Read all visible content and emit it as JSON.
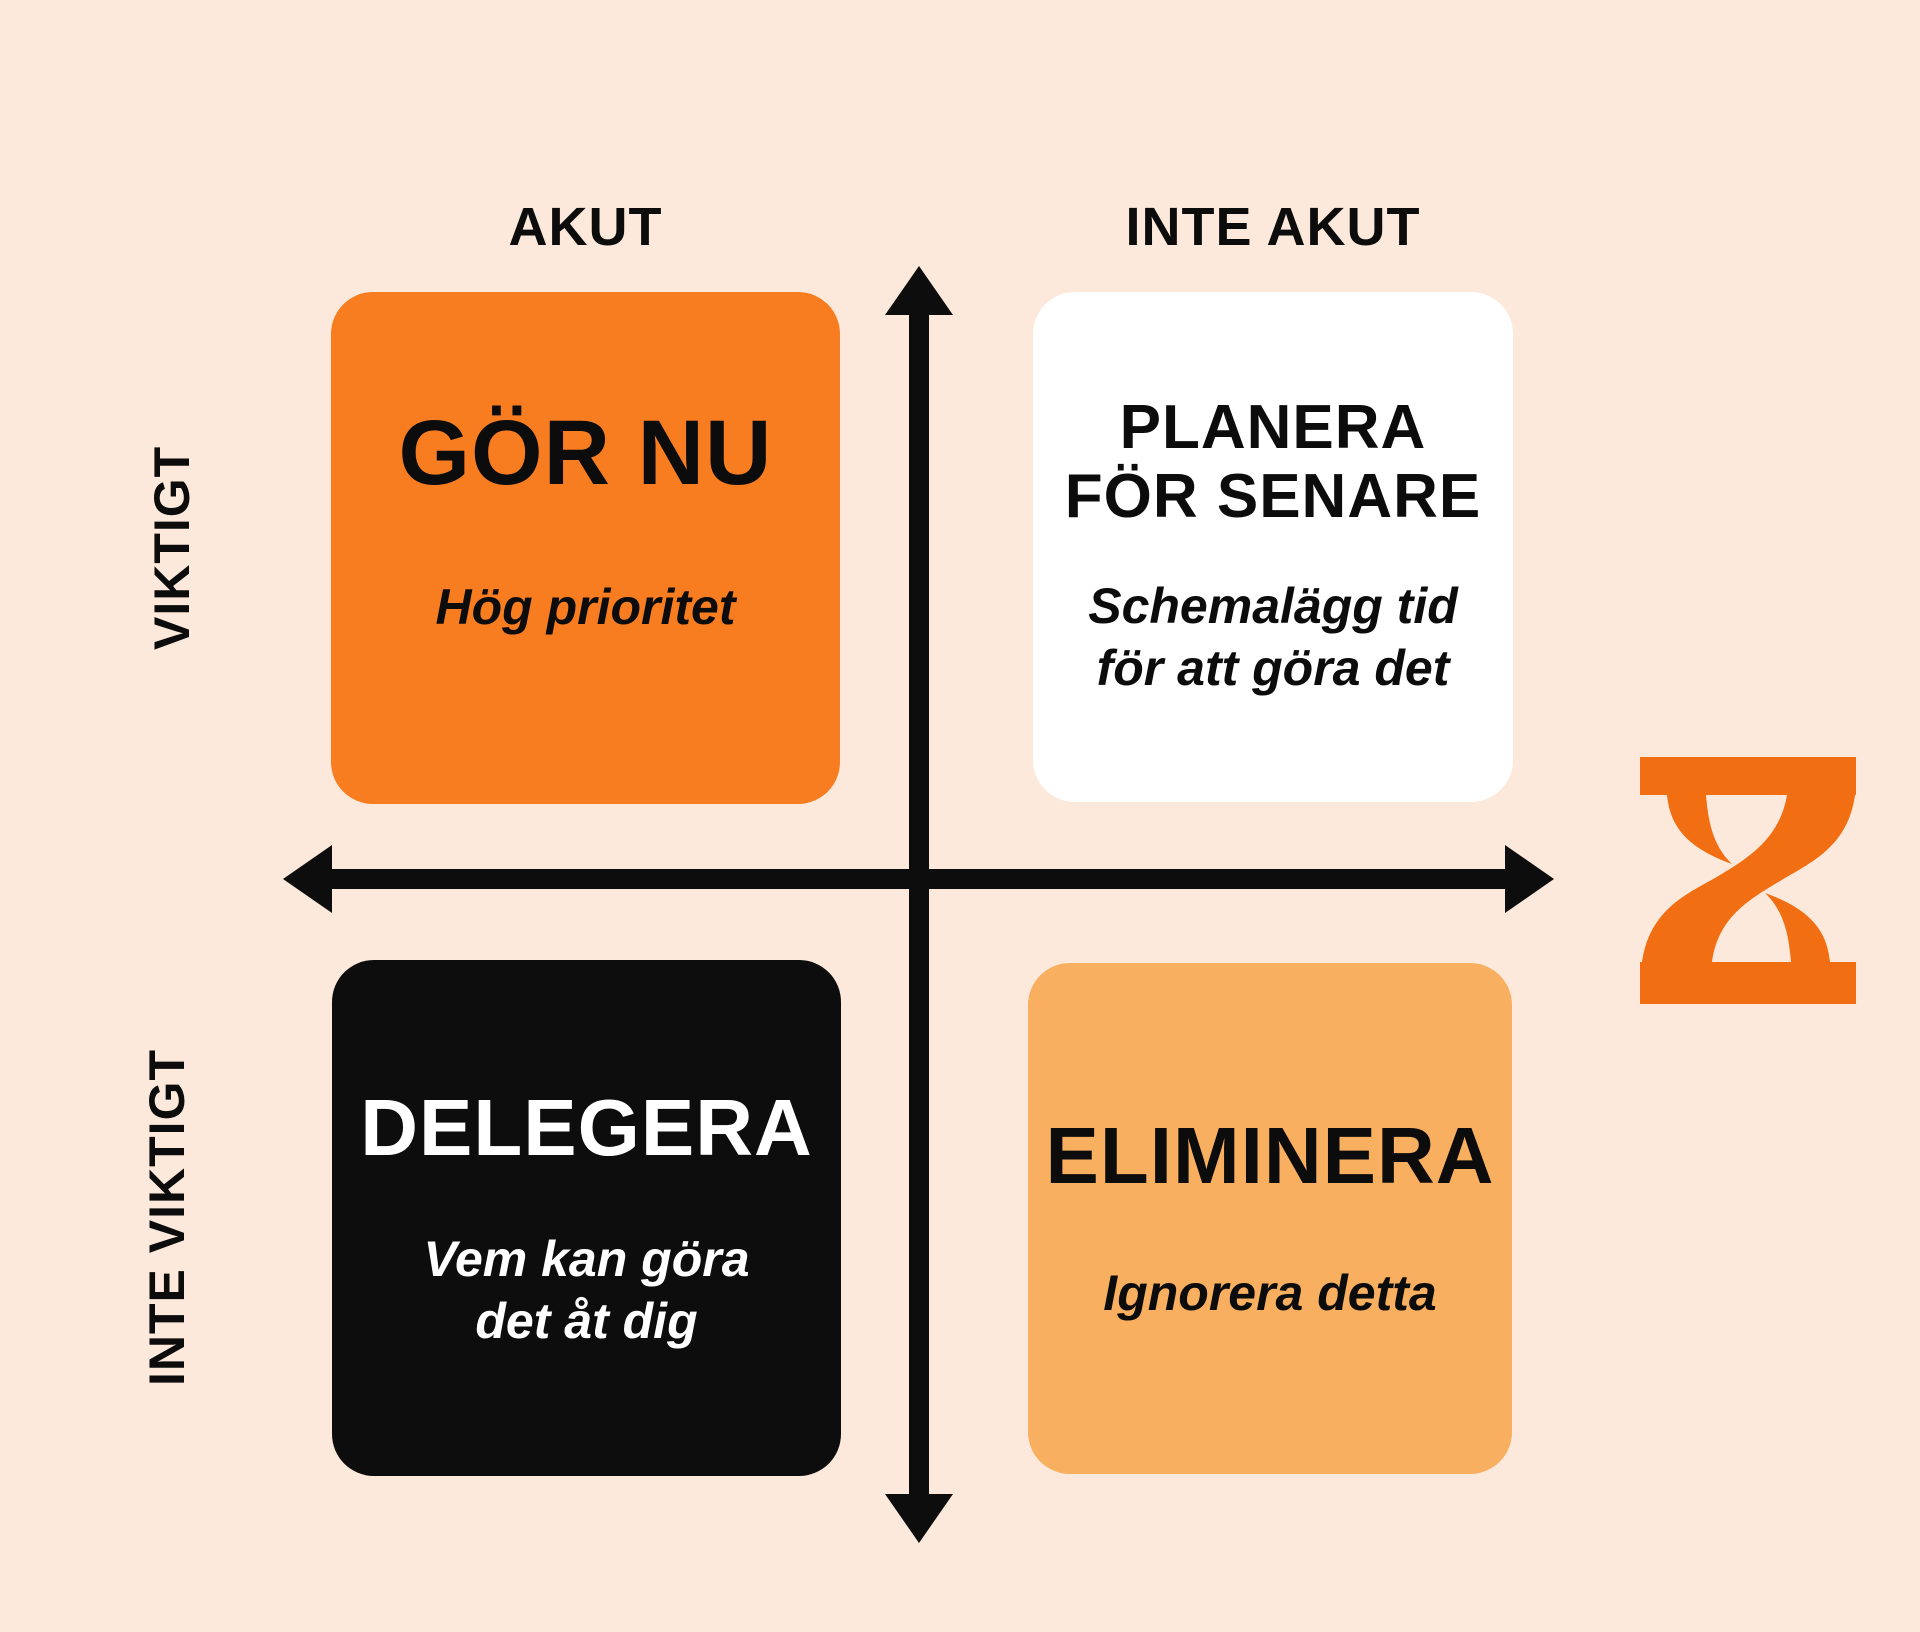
{
  "axis_labels": {
    "top_left": "AKUT",
    "top_right": "INTE AKUT",
    "side_top": "VIKTIGT",
    "side_bottom": "INTE VIKTIGT"
  },
  "quadrants": {
    "do_now": {
      "title": "GÖR NU",
      "subtitle": "Hög prioritet"
    },
    "plan": {
      "title": "PLANERA FÖR SENARE",
      "subtitle": "Schemalägg tid för att göra det"
    },
    "delegate": {
      "title": "DELEGERA",
      "subtitle": "Vem kan göra det åt dig"
    },
    "eliminate": {
      "title": "ELIMINERA",
      "subtitle": "Ignorera detta"
    }
  },
  "icons": {
    "hourglass": "hourglass-icon"
  },
  "colors": {
    "background": "#FCE9DB",
    "quadrant_do_now": "#F87D21",
    "quadrant_plan": "#FFFFFF",
    "quadrant_delegate": "#0D0D0D",
    "quadrant_eliminate": "#F9AF60",
    "axis": "#0D0D0D",
    "hourglass": "#F26E12",
    "text_dark": "#0C0C0C",
    "text_light": "#FFFFFF"
  }
}
